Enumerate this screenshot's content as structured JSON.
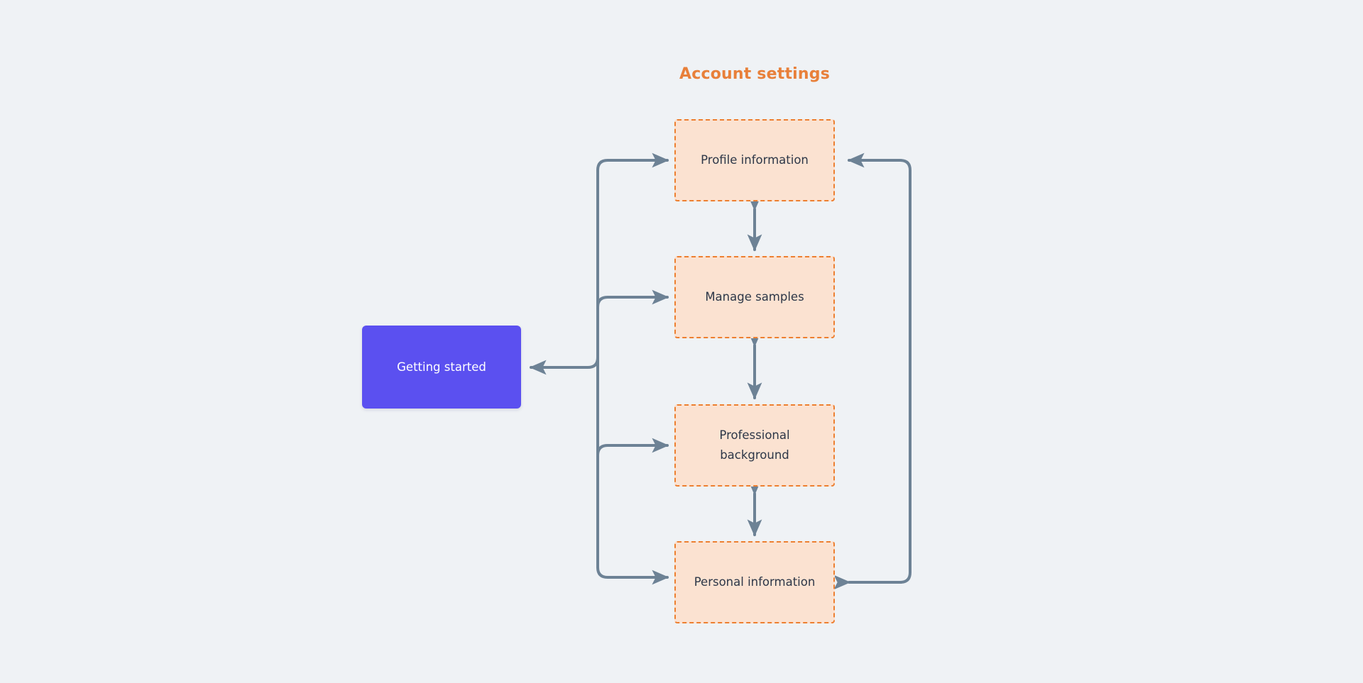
{
  "diagram": {
    "type": "flowchart",
    "title": "Account settings",
    "title_color": "#e8803a",
    "background_color": "#eff2f5",
    "edge_color": "#6d8295",
    "nodes": [
      {
        "id": "getting-started",
        "label": "Getting started",
        "style": "primary",
        "fill_color": "#5b50f0",
        "text_color": "#ffffff",
        "border": "none"
      },
      {
        "id": "profile-information",
        "label": "Profile information",
        "style": "dashed",
        "fill_color": "#fbe2d1",
        "text_color": "#2d3748",
        "border": "dashed #ed7f30"
      },
      {
        "id": "manage-samples",
        "label": "Manage samples",
        "style": "dashed",
        "fill_color": "#fbe2d1",
        "text_color": "#2d3748",
        "border": "dashed #ed7f30"
      },
      {
        "id": "professional-background",
        "label": "Professional\nbackground",
        "style": "dashed",
        "fill_color": "#fbe2d1",
        "text_color": "#2d3748",
        "border": "dashed #ed7f30"
      },
      {
        "id": "personal-information",
        "label": "Personal information",
        "style": "dashed",
        "fill_color": "#fbe2d1",
        "text_color": "#2d3748",
        "border": "dashed #ed7f30"
      }
    ],
    "edges": [
      {
        "from": "trunk",
        "to": "profile-information",
        "direction": "forward"
      },
      {
        "from": "trunk",
        "to": "manage-samples",
        "direction": "forward"
      },
      {
        "from": "trunk",
        "to": "professional-background",
        "direction": "forward"
      },
      {
        "from": "trunk",
        "to": "personal-information",
        "direction": "forward"
      },
      {
        "from": "trunk",
        "to": "getting-started",
        "direction": "forward"
      },
      {
        "from": "profile-information",
        "to": "manage-samples",
        "direction": "both"
      },
      {
        "from": "manage-samples",
        "to": "professional-background",
        "direction": "both"
      },
      {
        "from": "professional-background",
        "to": "personal-information",
        "direction": "both"
      },
      {
        "from": "personal-information",
        "to": "profile-information",
        "direction": "both"
      }
    ]
  }
}
